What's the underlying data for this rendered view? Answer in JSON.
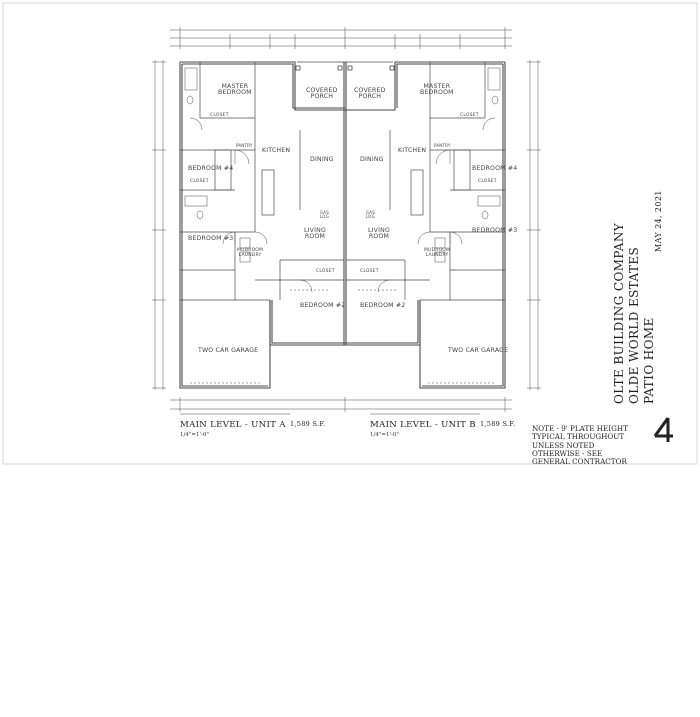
{
  "rooms": {
    "master_bedroom_a": "MASTER\nBEDROOM",
    "master_bedroom_b": "MASTER\nBEDROOM",
    "covered_porch_a": "COVERED\nPORCH",
    "covered_porch_b": "COVERED\nPORCH",
    "kitchen_a": "KITCHEN",
    "kitchen_b": "KITCHEN",
    "dining_a": "DINING",
    "dining_b": "DINING",
    "bedroom4_a": "BEDROOM #4",
    "bedroom4_b": "BEDROOM #4",
    "bedroom3_a": "BEDROOM #3",
    "bedroom3_b": "BEDROOM #3",
    "living_a": "LIVING\nROOM",
    "living_b": "LIVING\nROOM",
    "mudroom_a": "MUDROOM\nLAUNDRY",
    "mudroom_b": "MUDROOM\nLAUNDRY",
    "bedroom2_a": "BEDROOM #2",
    "bedroom2_b": "BEDROOM #2",
    "garage_a": "TWO CAR GARAGE",
    "garage_b": "TWO CAR GARAGE",
    "closet_a1": "CLOSET",
    "closet_b1": "CLOSET",
    "closet_a2": "CLOSET",
    "closet_b2": "CLOSET",
    "gas_a": "GAS\nLOG",
    "gas_b": "GAS\nLOG",
    "pantry_a": "PANTRY",
    "pantry_b": "PANTRY",
    "closet_a3": "CLOSET",
    "closet_b3": "CLOSET"
  },
  "titles": {
    "unit_a": "MAIN LEVEL - UNIT A",
    "unit_a_area": "1,589 S.F.",
    "unit_a_scale": "1/4\"=1'-0\"",
    "unit_b": "MAIN LEVEL - UNIT B",
    "unit_b_area": "1,589 S.F.",
    "unit_b_scale": "1/4\"=1'-0\""
  },
  "note": "NOTE - 9' PLATE HEIGHT TYPICAL THROUGHOUT UNLESS NOTED OTHERWISE - SEE GENERAL CONTRACTOR",
  "title_block": {
    "company": "OLTE BUILDING COMPANY",
    "project": "OLDE WORLD ESTATES",
    "type": "PATIO HOME",
    "date": "MAY 24, 2021",
    "sheet_number": "4"
  }
}
